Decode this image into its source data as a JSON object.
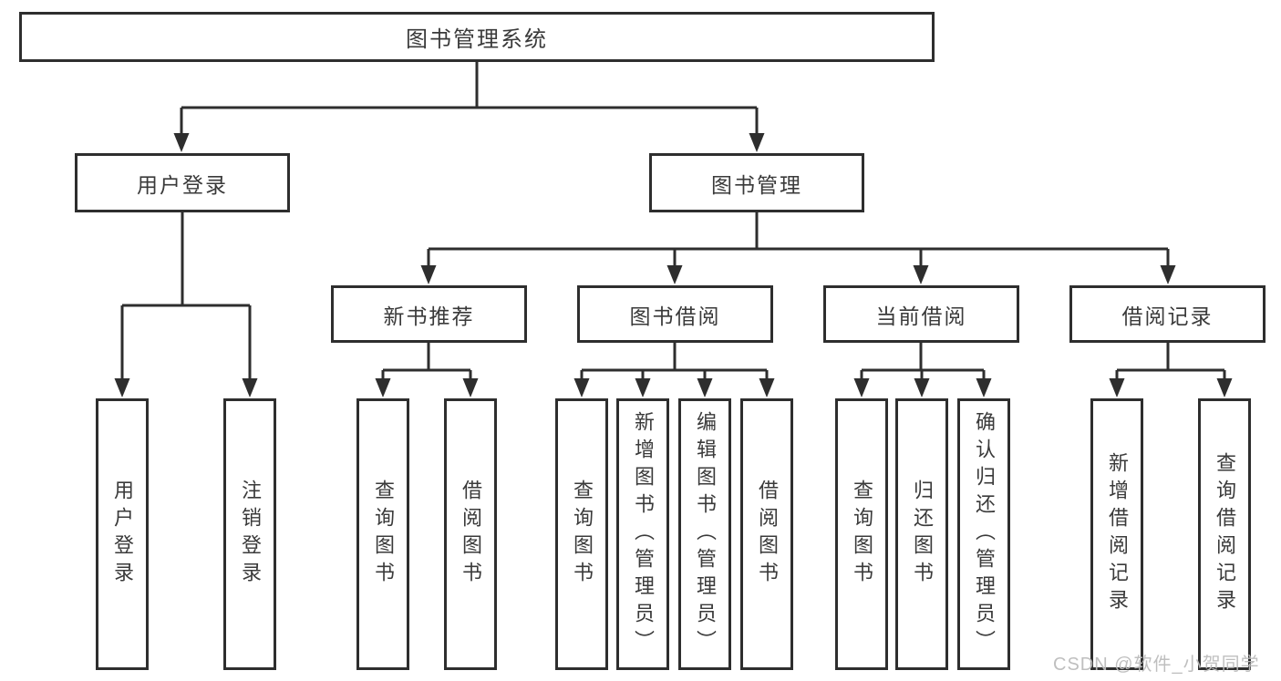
{
  "diagram": {
    "title": "图书管理系统",
    "level2": {
      "user_login": "用户登录",
      "book_mgmt": "图书管理"
    },
    "level3": {
      "new_books": "新书推荐",
      "book_borrow": "图书借阅",
      "current_borrow": "当前借阅",
      "borrow_records": "借阅记录"
    },
    "leaves": {
      "user_login": "用户登录",
      "logout": "注销登录",
      "nb_query_book": "查询图书",
      "nb_borrow_book": "借阅图书",
      "bb_query_book": "查询图书",
      "bb_add_book": "新增图书（管理员）",
      "bb_edit_book": "编辑图书（管理员）",
      "bb_borrow_book": "借阅图书",
      "cb_query_book": "查询图书",
      "cb_return_book": "归还图书",
      "cb_confirm_return": "确认归还（管理员）",
      "br_add_record": "新增借阅记录",
      "br_query_record": "查询借阅记录"
    }
  },
  "watermark": "CSDN @软件_小贺同学",
  "colors": {
    "line": "#2e2e2e",
    "box_border": "#2e2e2e",
    "text": "#3a3a3a",
    "watermark": "#bcbcbc",
    "background": "#ffffff"
  }
}
